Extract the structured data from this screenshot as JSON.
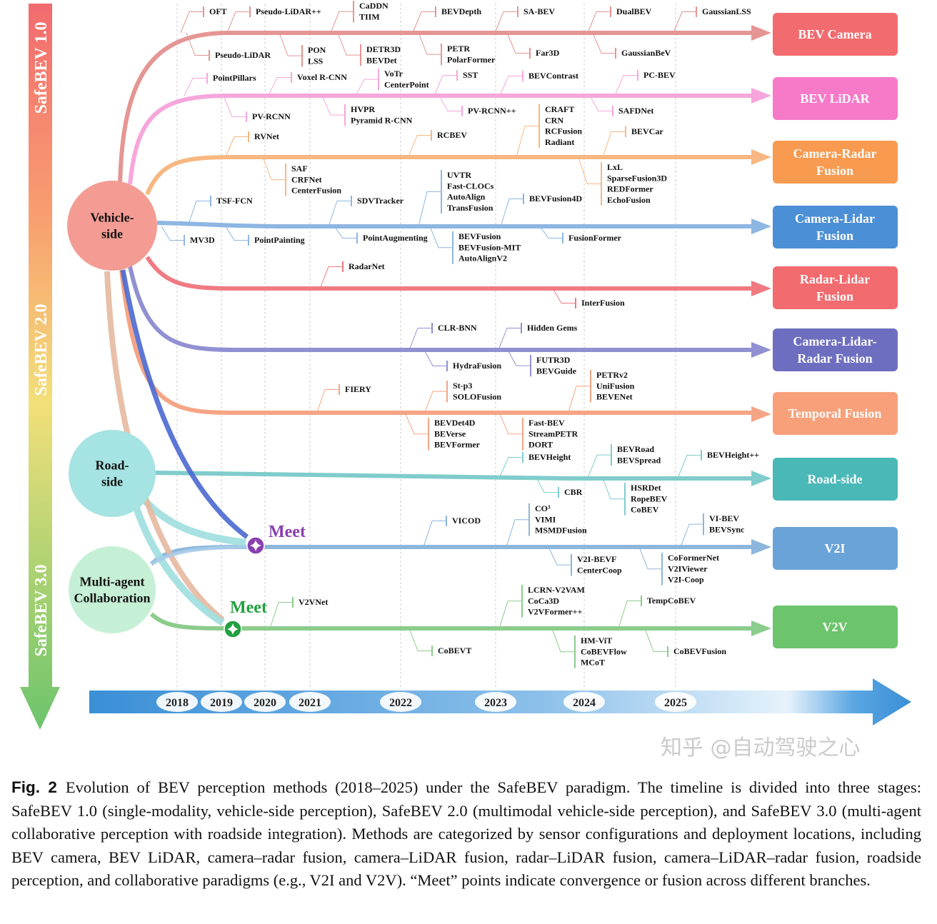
{
  "stages": [
    "SafeBEV 1.0",
    "SafeBEV 2.0",
    "SafeBEV 3.0"
  ],
  "sources": [
    {
      "lines": [
        "Vehicle-",
        "side"
      ],
      "color": "#f49c94"
    },
    {
      "lines": [
        "Road-",
        "side"
      ],
      "color": "#a6e3e3"
    },
    {
      "lines": [
        "Multi-agent",
        "Collaboration"
      ],
      "color": "#c6f0d6"
    }
  ],
  "meet_points": [
    {
      "label": "Meet",
      "color": "#8a3fb0"
    },
    {
      "label": "Meet",
      "color": "#22a040"
    }
  ],
  "years": [
    "2018",
    "2019",
    "2020",
    "2021",
    "2022",
    "2023",
    "2024",
    "2025"
  ],
  "branches": [
    {
      "name": [
        "BEV Camera"
      ],
      "line_color": "#e59593",
      "box_color": "#f26b6f",
      "labels": [
        [
          "OFT"
        ],
        [
          "Pseudo-LiDAR++"
        ],
        [
          "CaDDN",
          "TIIM"
        ],
        [
          "BEVDepth"
        ],
        [
          "SA-BEV"
        ],
        [
          "DualBEV"
        ],
        [
          "GaussianLSS"
        ],
        [
          "Pseudo-LiDAR"
        ],
        [
          "PON",
          "LSS"
        ],
        [
          "DETR3D",
          "BEVDet"
        ],
        [
          "PETR",
          "PolarFormer"
        ],
        [
          "Far3D"
        ],
        [
          "GaussianBeV"
        ]
      ]
    },
    {
      "name": [
        "BEV LiDAR"
      ],
      "line_color": "#f7a6dc",
      "box_color": "#f77ac9",
      "labels": [
        [
          "PointPillars"
        ],
        [
          "Voxel R-CNN"
        ],
        [
          "VoTr",
          "CenterPoint"
        ],
        [
          "SST"
        ],
        [
          "BEVContrast"
        ],
        [
          "PC-BEV"
        ],
        [
          "PV-RCNN"
        ],
        [
          "HVPR",
          "Pyramid R-CNN"
        ],
        [
          "PV-RCNN++"
        ],
        [
          "SAFDNet"
        ]
      ]
    },
    {
      "name": [
        "Camera-Radar",
        "Fusion"
      ],
      "line_color": "#f8b782",
      "box_color": "#f89a4f",
      "labels": [
        [
          "RVNet"
        ],
        [
          "RCBEV"
        ],
        [
          "CRAFT",
          "CRN",
          "RCFusion",
          "Radiant"
        ],
        [
          "BEVCar"
        ],
        [
          "SAF",
          "CRFNet",
          "CenterFusion"
        ],
        [
          "LxL",
          "SparseFusion3D",
          "REDFormer",
          "EchoFusion"
        ]
      ]
    },
    {
      "name": [
        "Camera-Lidar",
        "Fusion"
      ],
      "line_color": "#8db6e2",
      "box_color": "#4b8fd6",
      "labels": [
        [
          "TSF-FCN"
        ],
        [
          "SDVTracker"
        ],
        [
          "UVTR",
          "Fast-CLOCs",
          "AutoAlign",
          "TransFusion"
        ],
        [
          "BEVFusion4D"
        ],
        [
          "MV3D"
        ],
        [
          "PointPainting"
        ],
        [
          "PointAugmenting"
        ],
        [
          "BEVFusion",
          "BEVFusion-MIT",
          "AutoAlignV2"
        ],
        [
          "FusionFormer"
        ]
      ]
    },
    {
      "name": [
        "Radar-Lidar",
        "Fusion"
      ],
      "line_color": "#f07a82",
      "box_color": "#f26b6f",
      "labels": [
        [
          "RadarNet"
        ],
        [
          "InterFusion"
        ]
      ]
    },
    {
      "name": [
        "Camera-Lidar-",
        "Radar Fusion"
      ],
      "line_color": "#9090d2",
      "box_color": "#6e6ec0",
      "labels": [
        [
          "CLR-BNN"
        ],
        [
          "Hidden Gems"
        ],
        [
          "HydraFusion"
        ],
        [
          "FUTR3D",
          "BEVGuide"
        ]
      ]
    },
    {
      "name": [
        "Temporal Fusion"
      ],
      "line_color": "#f5a585",
      "box_color": "#f8a07a",
      "labels": [
        [
          "FIERY"
        ],
        [
          "St-p3",
          "SOLOFusion"
        ],
        [
          "PETRv2",
          "UniFusion",
          "BEVENet"
        ],
        [
          "BEVDet4D",
          "BEVerse",
          "BEVFormer"
        ],
        [
          "Fast-BEV",
          "StreamPETR",
          "DORT"
        ]
      ]
    },
    {
      "name": [
        "Road-side"
      ],
      "line_color": "#80cccc",
      "box_color": "#4bb8b8",
      "labels": [
        [
          "BEVHeight"
        ],
        [
          "BEVRoad",
          "BEVSpread"
        ],
        [
          "BEVHeight++"
        ],
        [
          "CBR"
        ],
        [
          "HSRDet",
          "RopeBEV",
          "CoBEV"
        ]
      ]
    },
    {
      "name": [
        "V2I"
      ],
      "line_color": "#8cb6dc",
      "box_color": "#6aa3d8",
      "labels": [
        [
          "VICOD"
        ],
        [
          "CO³",
          "VIMI",
          "MSMDFusion"
        ],
        [
          "VI-BEV",
          "BEVSync"
        ],
        [
          "V2I-BEVF",
          "CenterCoop"
        ],
        [
          "CoFormerNet",
          "V2IViewer",
          "V2I-Coop"
        ]
      ]
    },
    {
      "name": [
        "V2V"
      ],
      "line_color": "#8ccc8c",
      "box_color": "#6cc46c",
      "labels": [
        [
          "V2VNet"
        ],
        [
          "LCRN-V2VAM",
          "CoCa3D",
          "V2VFormer++"
        ],
        [
          "TempCoBEV"
        ],
        [
          "CoBEVT"
        ],
        [
          "HM-ViT",
          "CoBEVFlow",
          "MCoT"
        ],
        [
          "CoBEVFusion"
        ]
      ]
    }
  ],
  "caption": {
    "fig_label": "Fig. 2",
    "text": "Evolution of BEV perception methods (2018–2025) under the SafeBEV paradigm. The timeline is divided into three stages: SafeBEV 1.0 (single-modality, vehicle-side perception), SafeBEV 2.0 (multimodal vehicle-side perception), and SafeBEV 3.0 (multi-agent collaborative perception with roadside integration). Methods are categorized by sensor configurations and deployment locations, including BEV camera, BEV LiDAR, camera–radar fusion, camera–LiDAR fusion, radar–LiDAR fusion, camera–LiDAR–radar fusion, roadside perception, and collaborative paradigms (e.g., V2I and V2V). “Meet” points indicate convergence or fusion across different branches."
  },
  "watermark": "知乎 @自动驾驶之心"
}
